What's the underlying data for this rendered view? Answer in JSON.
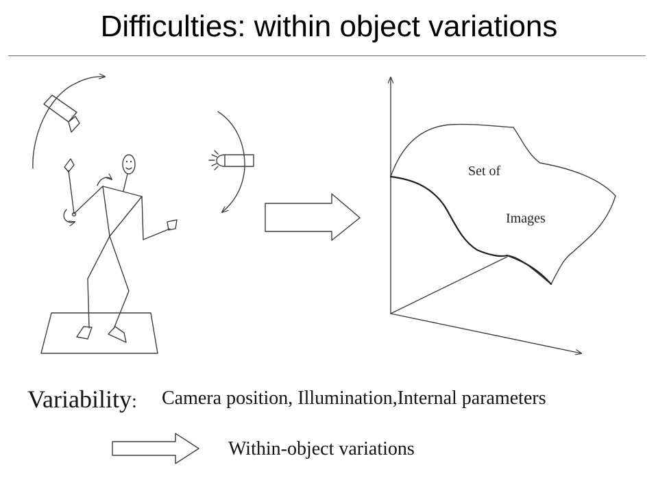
{
  "slide": {
    "title": "Difficulties: within object variations",
    "figure": {
      "surface_label_line1": "Set of",
      "surface_label_line2": "Images"
    },
    "variability": {
      "label": "Variability",
      "colon": ":",
      "items": "Camera position, Illumination,Internal parameters"
    },
    "result": {
      "text": "Within-object variations"
    }
  }
}
